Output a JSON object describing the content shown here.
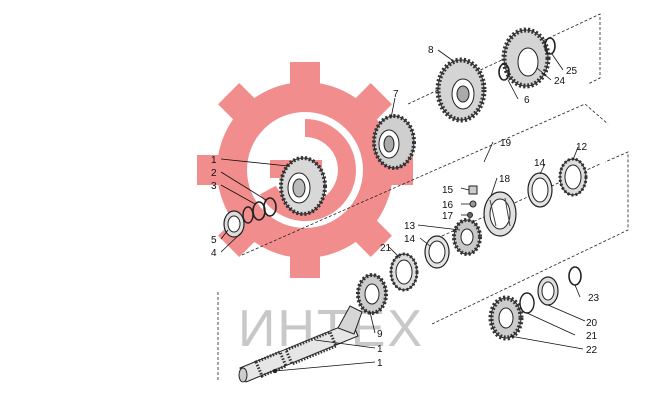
{
  "watermark": {
    "text": "ИНТЕХ",
    "logo_color": "#f07a7a",
    "text_color": "#c8c8c8"
  },
  "callouts": [
    "1",
    "2",
    "3",
    "5",
    "4",
    "7",
    "8",
    "25",
    "24",
    "6",
    "19",
    "18",
    "15",
    "16",
    "17",
    "13",
    "14",
    "21",
    "12",
    "14",
    "23",
    "20",
    "21",
    "22",
    "9",
    "1",
    "1"
  ],
  "colors": {
    "line": "#111111",
    "gear": "#333333",
    "background": "#ffffff"
  }
}
